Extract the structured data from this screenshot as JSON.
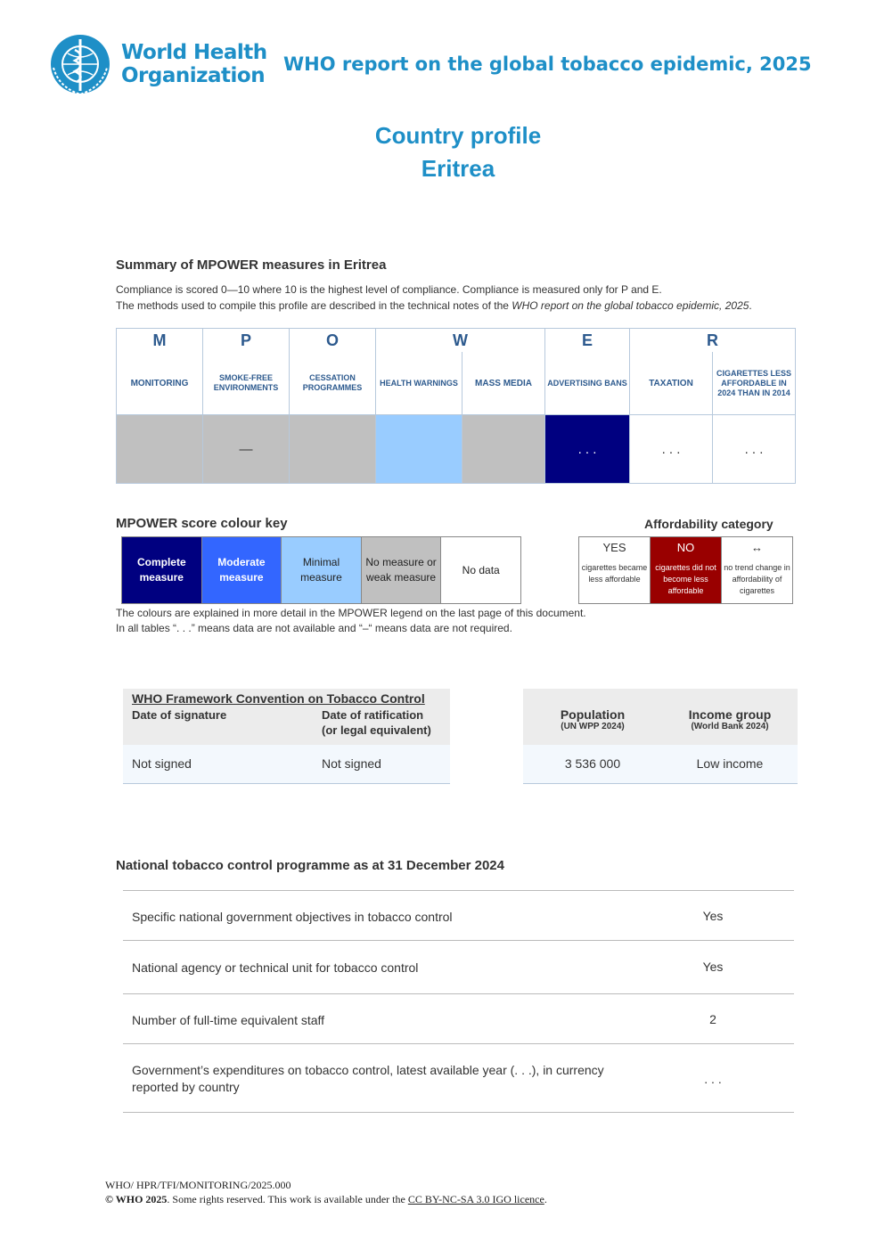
{
  "header": {
    "logo_line1": "World Health",
    "logo_line2": "Organization",
    "report_title": "WHO report on the global tobacco epidemic, 2025",
    "profile_label": "Country profile",
    "country": "Eritrea"
  },
  "summary": {
    "heading": "Summary of MPOWER measures in Eritrea",
    "note1": "Compliance is scored 0—10 where 10 is the highest level of compliance. Compliance is measured only for P and E.",
    "note2_prefix": "The methods used to compile this profile are described in the technical notes of the ",
    "note2_italic": "WHO report on the global tobacco epidemic, 2025",
    "note2_suffix": "."
  },
  "mpower": {
    "letters": [
      "M",
      "P",
      "O",
      "W",
      "E",
      "R"
    ],
    "columns": [
      {
        "label": "MONITORING",
        "score": "",
        "color": "#c0c0c0",
        "text_color": "#333333"
      },
      {
        "label": "SMOKE-FREE ENVIRONMENTS",
        "score": "—",
        "color": "#c0c0c0",
        "text_color": "#333333"
      },
      {
        "label": "CESSATION PROGRAMMES",
        "score": "",
        "color": "#c0c0c0",
        "text_color": "#333333"
      },
      {
        "label": "HEALTH WARNINGS",
        "score": "",
        "color": "#99ccff",
        "text_color": "#333333"
      },
      {
        "label": "MASS MEDIA",
        "score": "",
        "color": "#c0c0c0",
        "text_color": "#333333"
      },
      {
        "label": "ADVERTISING BANS",
        "score": ". . .",
        "color": "#000080",
        "text_color": "#ffffff"
      },
      {
        "label": "TAXATION",
        "score": ". . .",
        "color": "#ffffff",
        "text_color": "#333333"
      },
      {
        "label": "CIGARETTES LESS AFFORDABLE IN 2024 THAN IN 2014",
        "score": ". . .",
        "color": "#ffffff",
        "text_color": "#333333"
      }
    ]
  },
  "colour_key": {
    "heading": "MPOWER score colour key",
    "items": [
      {
        "label": "Complete measure",
        "color": "#000080",
        "text_color": "#ffffff",
        "bold": true
      },
      {
        "label": "Moderate measure",
        "color": "#3366ff",
        "text_color": "#ffffff",
        "bold": true
      },
      {
        "label": "Minimal measure",
        "color": "#99ccff",
        "text_color": "#222222",
        "bold": false
      },
      {
        "label": "No measure or weak measure",
        "color": "#c0c0c0",
        "text_color": "#222222",
        "bold": false
      },
      {
        "label": "No data",
        "color": "#ffffff",
        "text_color": "#222222",
        "bold": false
      }
    ],
    "note1": "The colours are explained in more detail in the MPOWER legend on the last page of this document.",
    "note2": "In all tables “. . .” means data are not available and “–“ means data are not required."
  },
  "affordability": {
    "heading": "Affordability category",
    "items": [
      {
        "top": "YES",
        "desc": "cigarettes became less affordable",
        "color": "#ffffff",
        "text_color": "#333333"
      },
      {
        "top": "NO",
        "desc": "cigarettes did not become less affordable",
        "color": "#990000",
        "text_color": "#ffffff"
      },
      {
        "top": "↔",
        "desc": "no trend change in affordability of cigarettes",
        "color": "#ffffff",
        "text_color": "#333333"
      }
    ]
  },
  "fctc": {
    "title": "WHO Framework Convention on Tobacco Control",
    "col1_header": "Date of signature",
    "col2_header_line1": "Date of ratification",
    "col2_header_line2": "(or legal equivalent)",
    "signature": "Not signed",
    "ratification": "Not signed"
  },
  "country_info": {
    "population_label": "Population",
    "population_source": "(UN WPP 2024)",
    "income_label": "Income group",
    "income_source": "(World Bank 2024)",
    "population": "3 536 000",
    "income_group": "Low income"
  },
  "programme": {
    "heading": "National tobacco control programme as at 31 December 2024",
    "rows": [
      {
        "label": "Specific national government objectives in tobacco control",
        "value": "Yes"
      },
      {
        "label": "National agency or technical unit for tobacco control",
        "value": "Yes"
      },
      {
        "label": "Number of full-time equivalent staff",
        "value": "2"
      },
      {
        "label": "Government’s expenditures on tobacco control, latest available year (. . .), in currency reported by country",
        "value": ". . ."
      }
    ]
  },
  "footer": {
    "code": "WHO/ HPR/TFI/MONITORING/2025.000",
    "copyright_bold": "© WHO 2025",
    "copyright_text": ". Some rights reserved. This work is available under the ",
    "licence": "CC BY-NC-SA 3.0 IGO licence",
    "end": "."
  }
}
